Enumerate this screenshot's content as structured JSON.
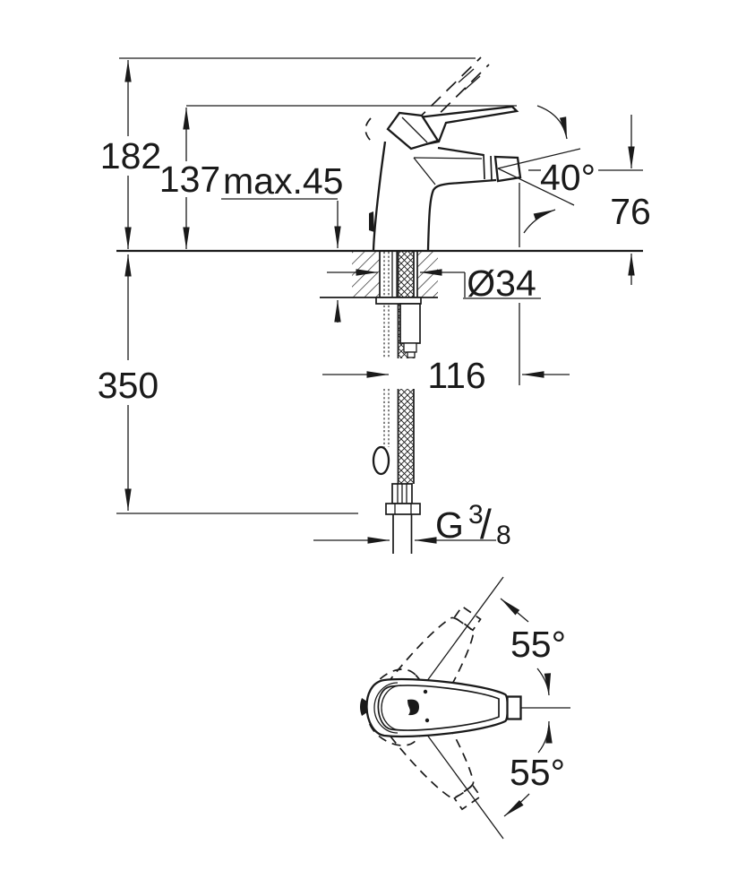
{
  "colors": {
    "ink": "#1a1a1a",
    "background": "#ffffff"
  },
  "side_view": {
    "dims": {
      "total_height": "182",
      "lever_height": "137",
      "max_deck_thickness": "max.45",
      "spray_angle": "40°",
      "spout_height": "76",
      "hole_diameter": "Ø34",
      "hose_length": "350",
      "spout_projection": "116",
      "thread": {
        "prefix": "G",
        "numerator": "3",
        "slash": "/",
        "denominator": "8"
      }
    }
  },
  "top_view": {
    "dims": {
      "swing_angle_up": "55°",
      "swing_angle_down": "55°"
    }
  }
}
